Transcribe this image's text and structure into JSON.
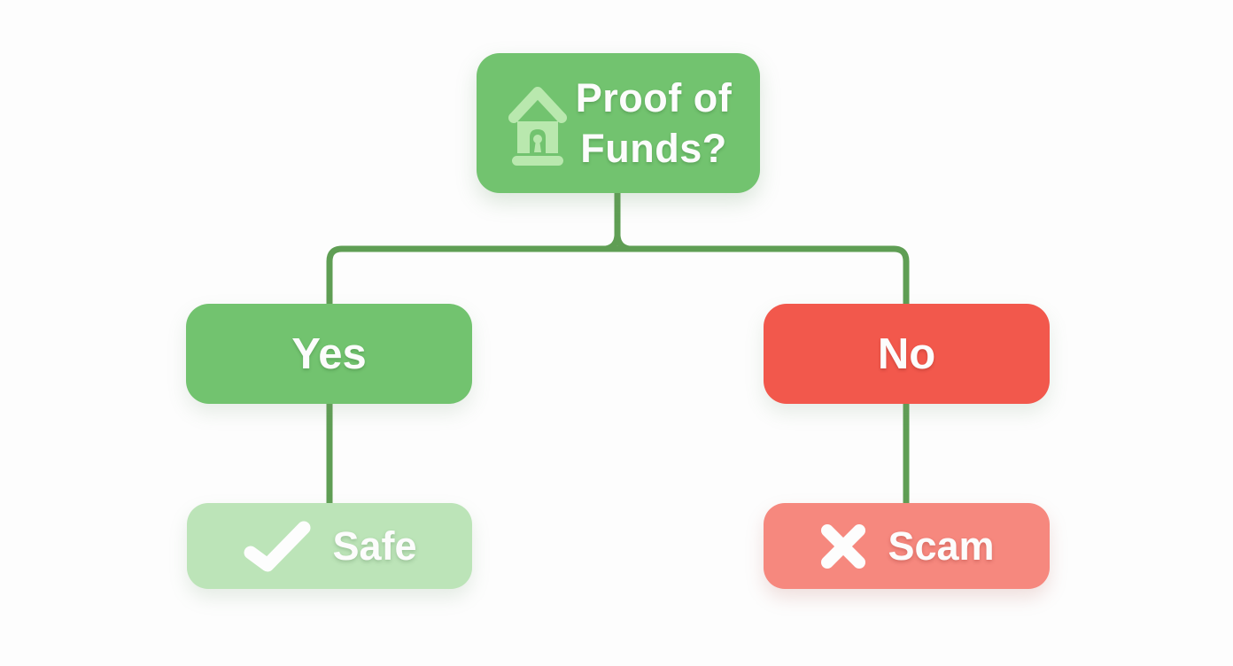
{
  "diagram": {
    "title_concept": "Proof of Funds decision flowchart",
    "root": {
      "icon": "bank-icon",
      "label_line1": "Proof of",
      "label_line2": "Funds?"
    },
    "branches": [
      {
        "decision_label": "Yes",
        "result_label": "Safe",
        "result_icon": "check-icon",
        "decision_color": "#72c36f",
        "result_color": "#bce4b8"
      },
      {
        "decision_label": "No",
        "result_label": "Scam",
        "result_icon": "x-icon",
        "decision_color": "#f2584c",
        "result_color": "#f6887e"
      }
    ],
    "colors": {
      "root_node": "#72c36f",
      "connector": "#5f9e54",
      "background": "#fdfdfd",
      "text": "#fcfcfc",
      "icon_light_green": "#b9e8ae"
    }
  }
}
